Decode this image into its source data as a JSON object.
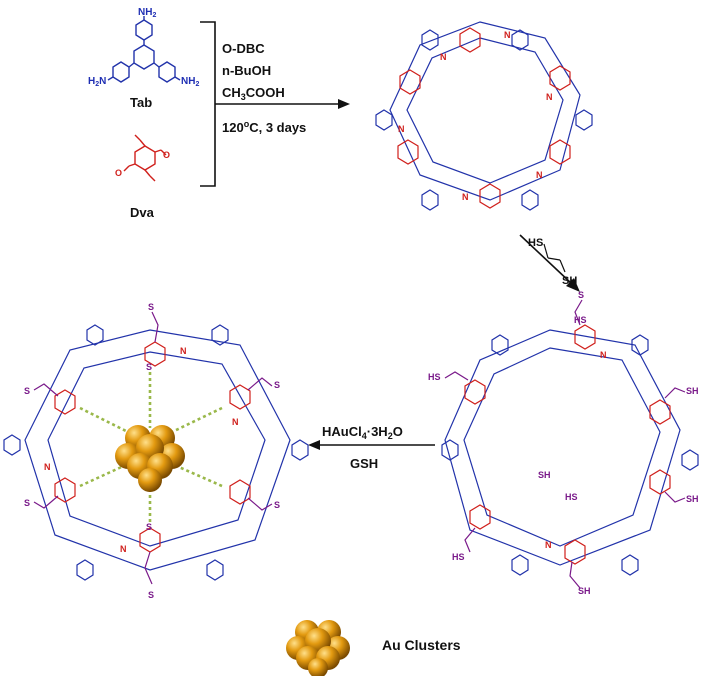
{
  "reactants": {
    "tab": {
      "label": "Tab",
      "amine_label": "NH",
      "amine_sub": "2",
      "amine_left": "H",
      "amine_left_sub": "2",
      "amine_left_tail": "N"
    },
    "dva": {
      "label": "Dva"
    }
  },
  "conditions": {
    "solvent1": "O-DBC",
    "solvent2": "n-BuOH",
    "acid_main": "CH",
    "acid_sub": "3",
    "acid_tail": "COOH",
    "temp_main": "120",
    "temp_sup": "o",
    "temp_tail": "C, 3 days"
  },
  "thiol_reagent": {
    "hs": "HS",
    "sh": "SH"
  },
  "second_step": {
    "reagent_a": "HAuCl",
    "reagent_a_sub": "4",
    "reagent_a_mid": "·3H",
    "reagent_a_sub2": "2",
    "reagent_a_tail": "O",
    "reagent_b": "GSH"
  },
  "labels": {
    "n": "N",
    "s": "S",
    "sh": "SH",
    "hs": "HS"
  },
  "legend": {
    "label": "Au Clusters"
  },
  "colors": {
    "framework_blue": "#2233aa",
    "linker_red": "#d0201c",
    "thiol_purple": "#7a1a8a",
    "gold": "#e39a10"
  }
}
